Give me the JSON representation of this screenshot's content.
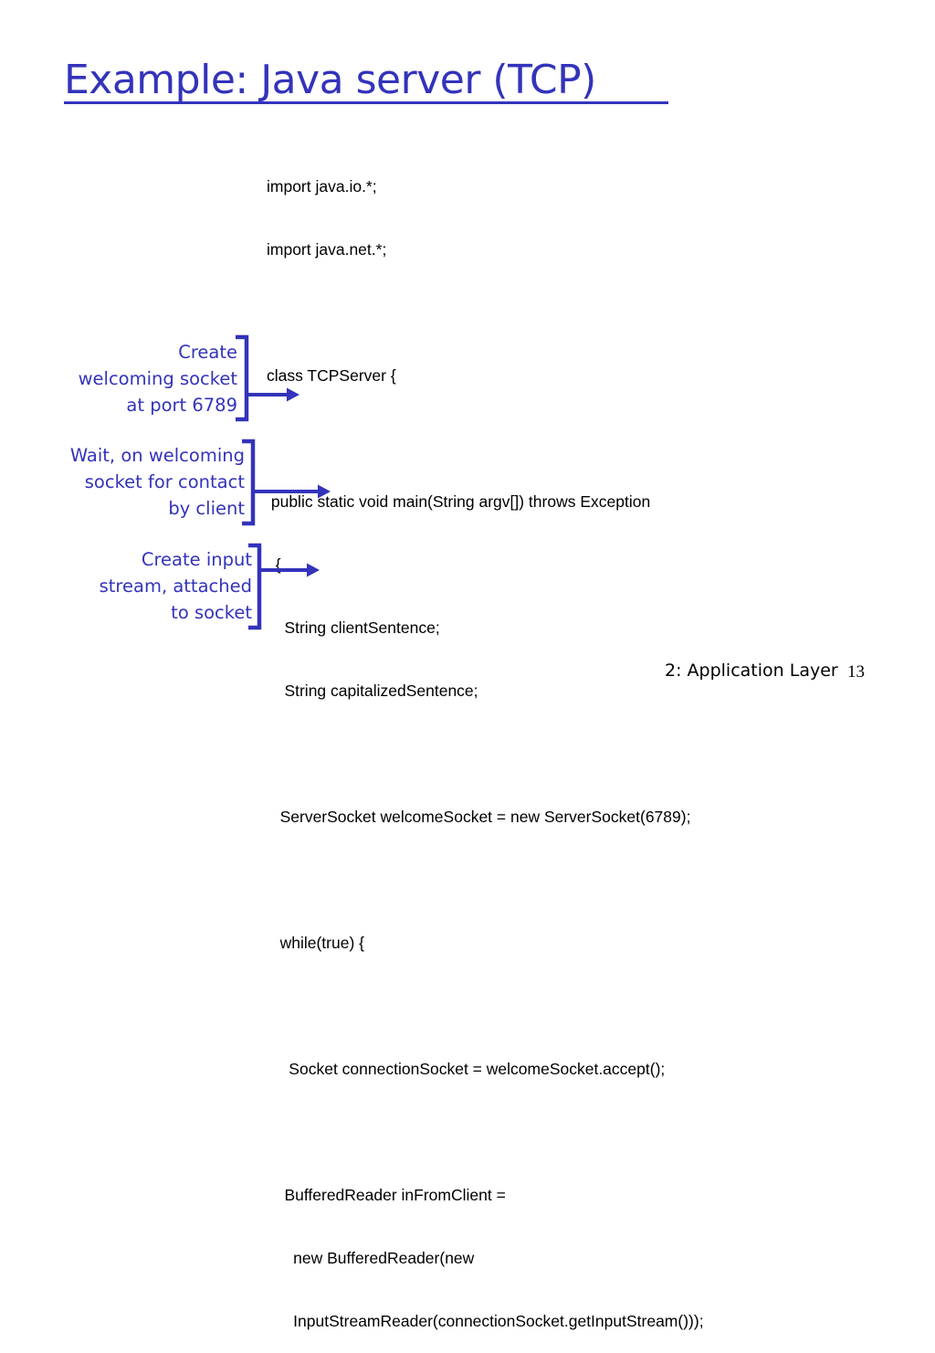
{
  "slide": {
    "title": "Example: Java server (TCP)",
    "title_color": "#3333bb",
    "background": "#ffffff"
  },
  "code": {
    "language": "java",
    "text_color": "#000000",
    "lines": [
      "import java.io.*;",
      "import java.net.*;",
      "",
      "class TCPServer {",
      "",
      " public static void main(String argv[]) throws Exception",
      "  {",
      "    String clientSentence;",
      "    String capitalizedSentence;",
      "",
      "   ServerSocket welcomeSocket = new ServerSocket(6789);",
      "",
      "   while(true) {",
      "",
      "     Socket connectionSocket = welcomeSocket.accept();",
      "",
      "    BufferedReader inFromClient =",
      "      new BufferedReader(new",
      "      InputStreamReader(connectionSocket.getInputStream()));"
    ]
  },
  "annotations": [
    {
      "id": "create-welcoming-socket",
      "text": "Create\nwelcoming socket\nat port 6789",
      "color": "#3333bb",
      "points_to": "ServerSocket welcomeSocket = new ServerSocket(6789);"
    },
    {
      "id": "wait-on-welcoming-socket",
      "text": "Wait, on welcoming\nsocket for contact\nby client",
      "color": "#3333bb",
      "points_to": "Socket connectionSocket = welcomeSocket.accept();"
    },
    {
      "id": "create-input-stream",
      "text": "Create input\nstream, attached\nto socket",
      "color": "#3333bb",
      "points_to": "BufferedReader inFromClient ="
    }
  ],
  "footer": {
    "label": "2: Application Layer",
    "page_number": "13"
  }
}
